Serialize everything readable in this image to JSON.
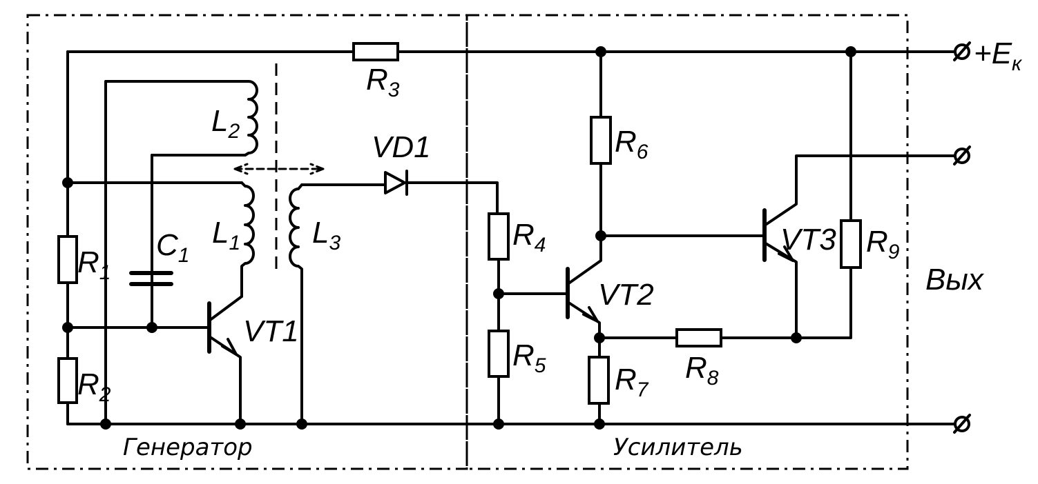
{
  "sections": {
    "generator": "Генератор",
    "amplifier": "Усилитель"
  },
  "labels": {
    "R1": "R",
    "R1_sub": "1",
    "R2": "R",
    "R2_sub": "2",
    "R3": "R",
    "R3_sub": "3",
    "R4": "R",
    "R4_sub": "4",
    "R5": "R",
    "R5_sub": "5",
    "R6": "R",
    "R6_sub": "6",
    "R7": "R",
    "R7_sub": "7",
    "R8": "R",
    "R8_sub": "8",
    "R9": "R",
    "R9_sub": "9",
    "C1": "C",
    "C1_sub": "1",
    "L1": "L",
    "L1_sub": "1",
    "L2": "L",
    "L2_sub": "2",
    "L3": "L",
    "L3_sub": "3",
    "VD1": "VD1",
    "VT1": "VT1",
    "VT2": "VT2",
    "VT3": "VT3",
    "supply": "+E",
    "supply_sub": "к",
    "output": "Вых"
  }
}
